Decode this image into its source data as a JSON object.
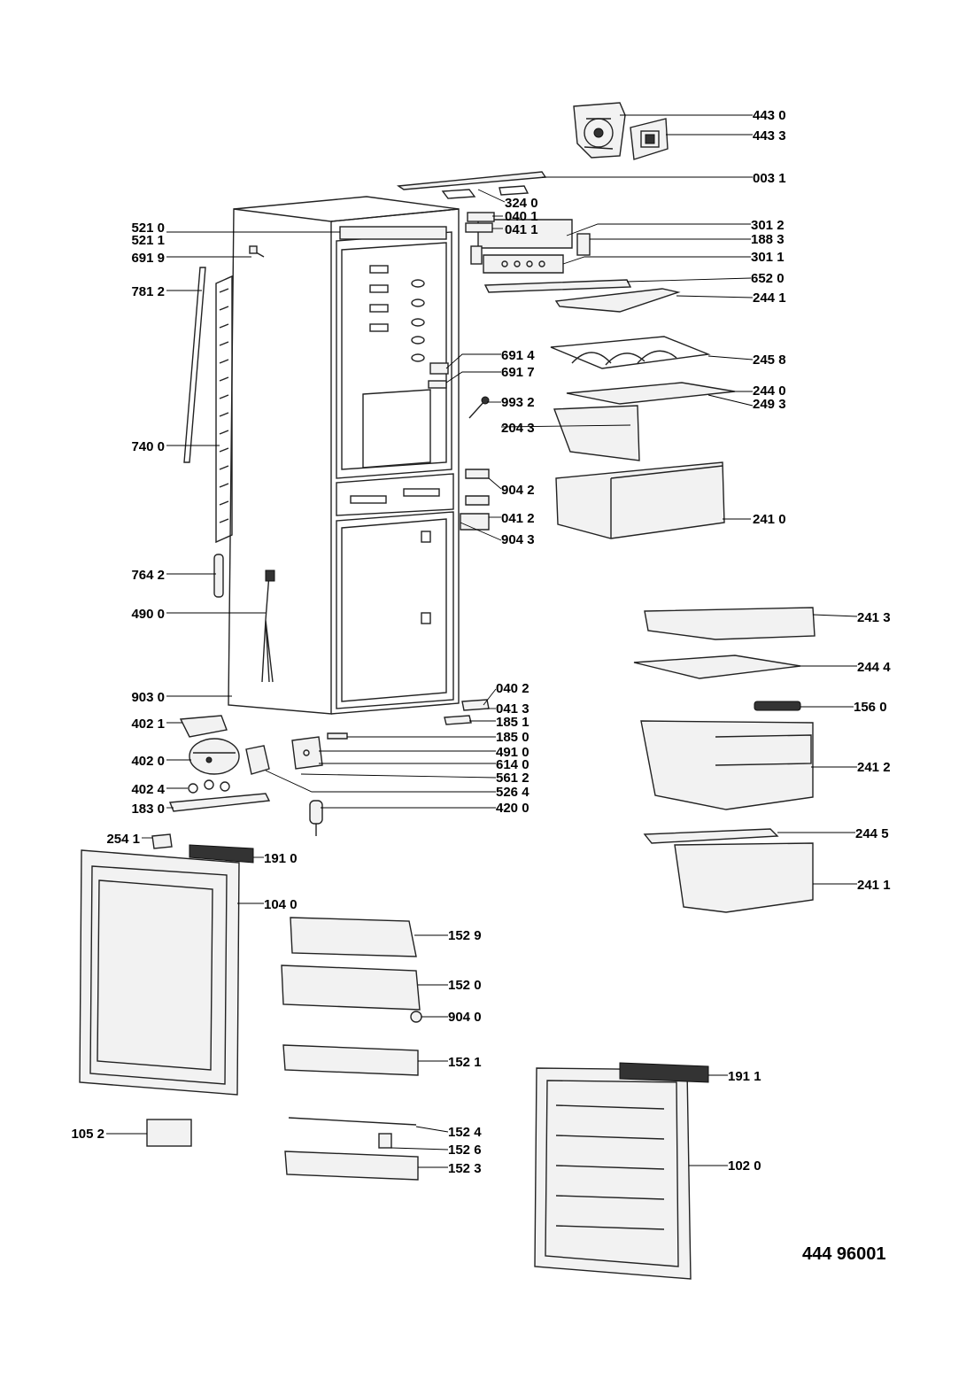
{
  "diagram_code": "444 96001",
  "labels": {
    "p4430": "443 0",
    "p4433": "443 3",
    "p0031": "003 1",
    "p3240": "324 0",
    "p0401": "040 1",
    "p0411": "041 1",
    "p3012": "301 2",
    "p1883": "188 3",
    "p3011": "301 1",
    "p6520": "652 0",
    "p2441": "244 1",
    "p2458": "245 8",
    "p2440": "244 0",
    "p2493": "249 3",
    "p9932": "993 2",
    "p2043": "204 3",
    "p9042": "904 2",
    "p0412": "041 2",
    "p9043": "904 3",
    "p2410": "241 0",
    "p6914": "691 4",
    "p6917": "691 7",
    "p5210": "521 0",
    "p5211": "521 1",
    "p6919": "691 9",
    "p7812": "781 2",
    "p7400": "740 0",
    "p7642": "764 2",
    "p4900": "490 0",
    "p9030": "903 0",
    "p4021": "402 1",
    "p4020": "402 0",
    "p4024": "402 4",
    "p1830": "183 0",
    "p0402": "040 2",
    "p0413": "041 3",
    "p1851": "185 1",
    "p1850": "185 0",
    "p4910": "491 0",
    "p6140": "614 0",
    "p5612": "561 2",
    "p5264": "526 4",
    "p4200": "420 0",
    "p2413": "241 3",
    "p2444": "244 4",
    "p1560": "156 0",
    "p2412": "241 2",
    "p2445": "244 5",
    "p2411": "241 1",
    "p2541": "254 1",
    "p1910": "191 0",
    "p1040": "104 0",
    "p1529": "152 9",
    "p1520": "152 0",
    "p9040": "904 0",
    "p1521": "152 1",
    "p1052": "105 2",
    "p1524": "152 4",
    "p1526": "152 6",
    "p1523": "152 3",
    "p1911": "191 1",
    "p1020": "102 0"
  }
}
